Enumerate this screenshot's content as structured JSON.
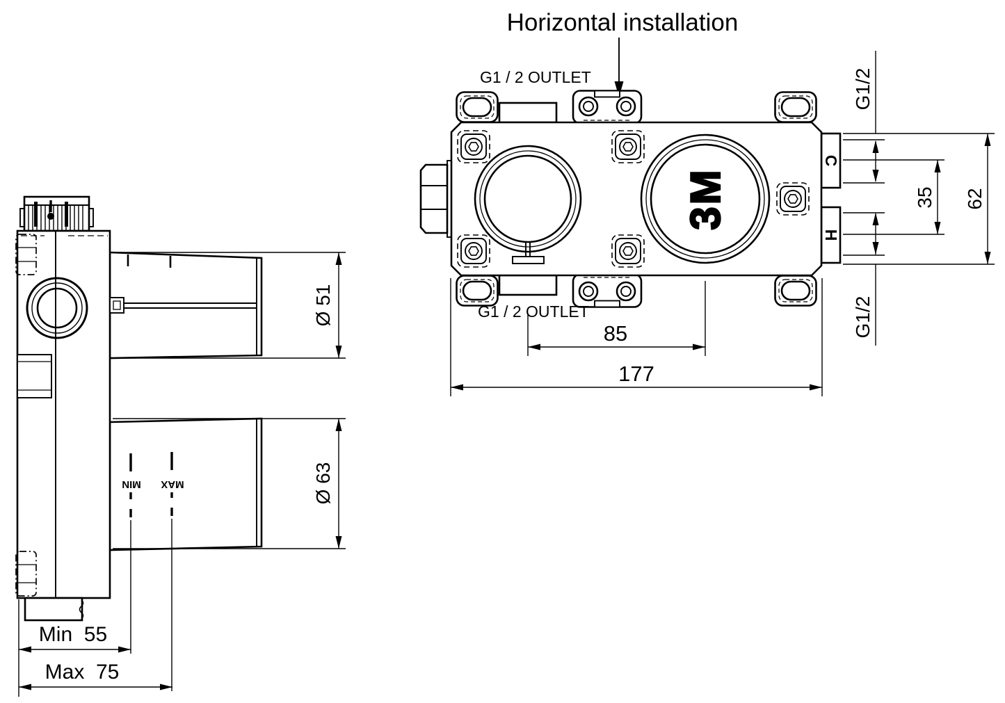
{
  "title": {
    "text": "Horizontal installation",
    "color": "#FF0000"
  },
  "front_view": {
    "outlet_label_top": "G1 / 2 OUTLET",
    "outlet_label_bottom": "G1 / 2 OUTLET",
    "cold_port_label": "C",
    "hot_port_label": "H",
    "cartridge_label": "3M",
    "thread_label_top": "G1/2",
    "thread_label_bottom": "G1/2",
    "dim_outlet_spacing": "85",
    "dim_total_width": "177",
    "dim_port_spacing": "35",
    "dim_port_height": "62"
  },
  "side_view": {
    "marker_min": "MIN",
    "marker_max": "MAX",
    "dim_trim_top": "Ø 51",
    "dim_trim_bottom": "Ø 63",
    "dim_min_depth": "Min  55",
    "dim_max_depth": "Max  75"
  }
}
